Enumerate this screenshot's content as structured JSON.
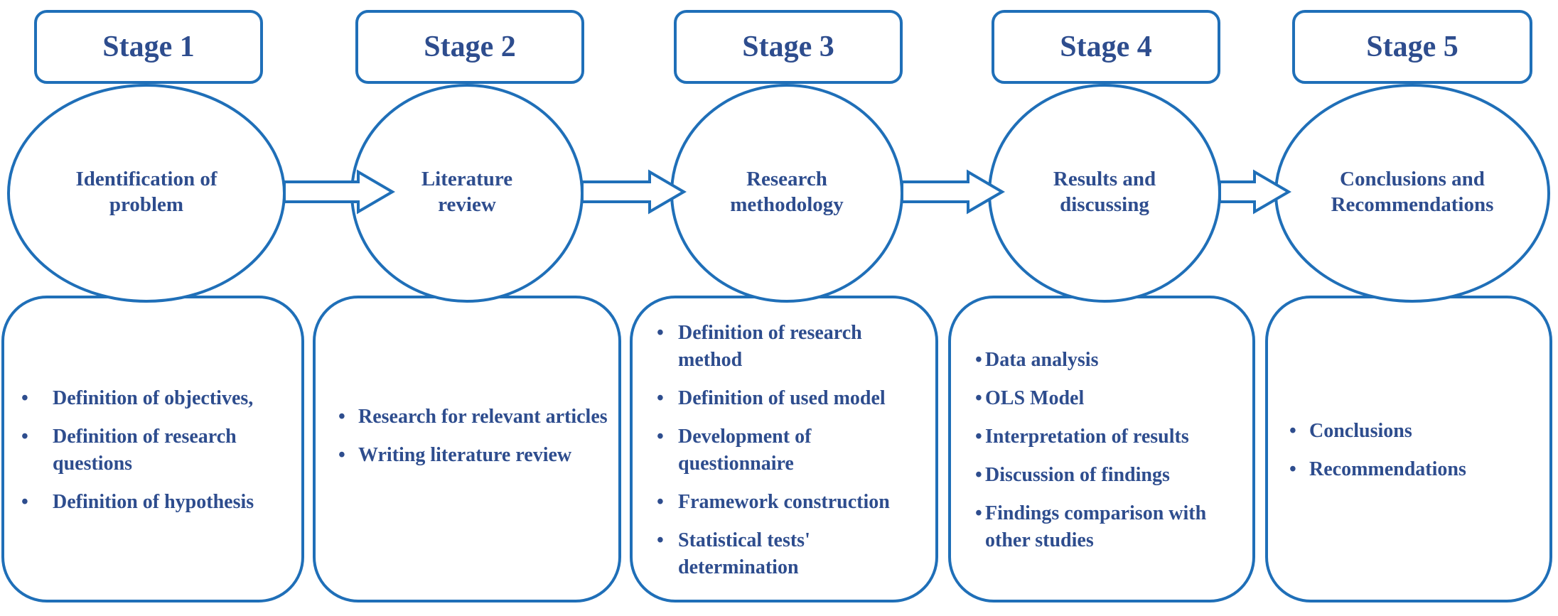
{
  "colors": {
    "stroke": "#1f6fb8",
    "text": "#2e4d8e"
  },
  "stages": [
    {
      "label": "Stage 1",
      "topic": "Identification of\nproblem",
      "items": [
        "Definition of objectives,",
        "Definition of research questions",
        "Definition of hypothesis"
      ]
    },
    {
      "label": "Stage 2",
      "topic": "Literature\nreview",
      "items": [
        "Research for relevant articles",
        "Writing literature review"
      ]
    },
    {
      "label": "Stage 3",
      "topic": "Research\nmethodology",
      "items": [
        "Definition of research method",
        "Definition of used model",
        "Development of questionnaire",
        "Framework construction",
        "Statistical tests' determination"
      ]
    },
    {
      "label": "Stage 4",
      "topic": "Results and\ndiscussing",
      "items": [
        "Data analysis",
        "OLS Model",
        "Interpretation of results",
        "Discussion of findings",
        "Findings comparison with other studies"
      ]
    },
    {
      "label": "Stage 5",
      "topic": "Conclusions and\nRecommendations",
      "items": [
        "Conclusions",
        "Recommendations"
      ]
    }
  ]
}
